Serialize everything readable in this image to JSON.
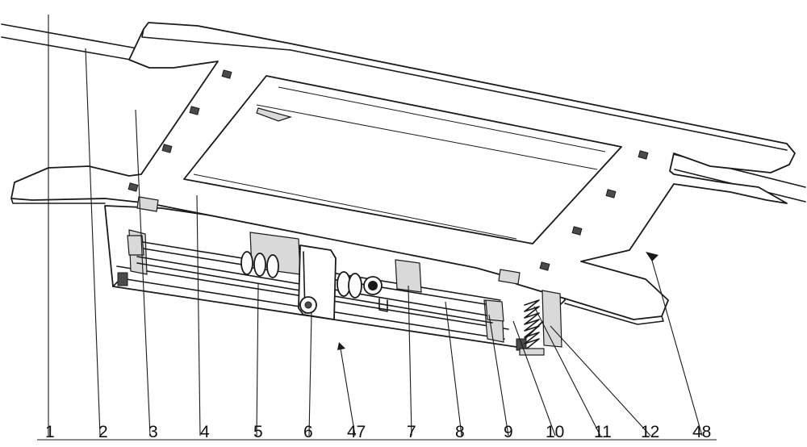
{
  "callouts": [
    {
      "id": "1",
      "label": "1"
    },
    {
      "id": "2",
      "label": "2"
    },
    {
      "id": "3",
      "label": "3"
    },
    {
      "id": "4",
      "label": "4"
    },
    {
      "id": "5",
      "label": "5"
    },
    {
      "id": "6",
      "label": "6"
    },
    {
      "id": "47",
      "label": "47"
    },
    {
      "id": "7",
      "label": "7"
    },
    {
      "id": "8",
      "label": "8"
    },
    {
      "id": "9",
      "label": "9"
    },
    {
      "id": "10",
      "label": "10"
    },
    {
      "id": "11",
      "label": "11"
    },
    {
      "id": "12",
      "label": "12"
    },
    {
      "id": "48",
      "label": "48"
    }
  ]
}
